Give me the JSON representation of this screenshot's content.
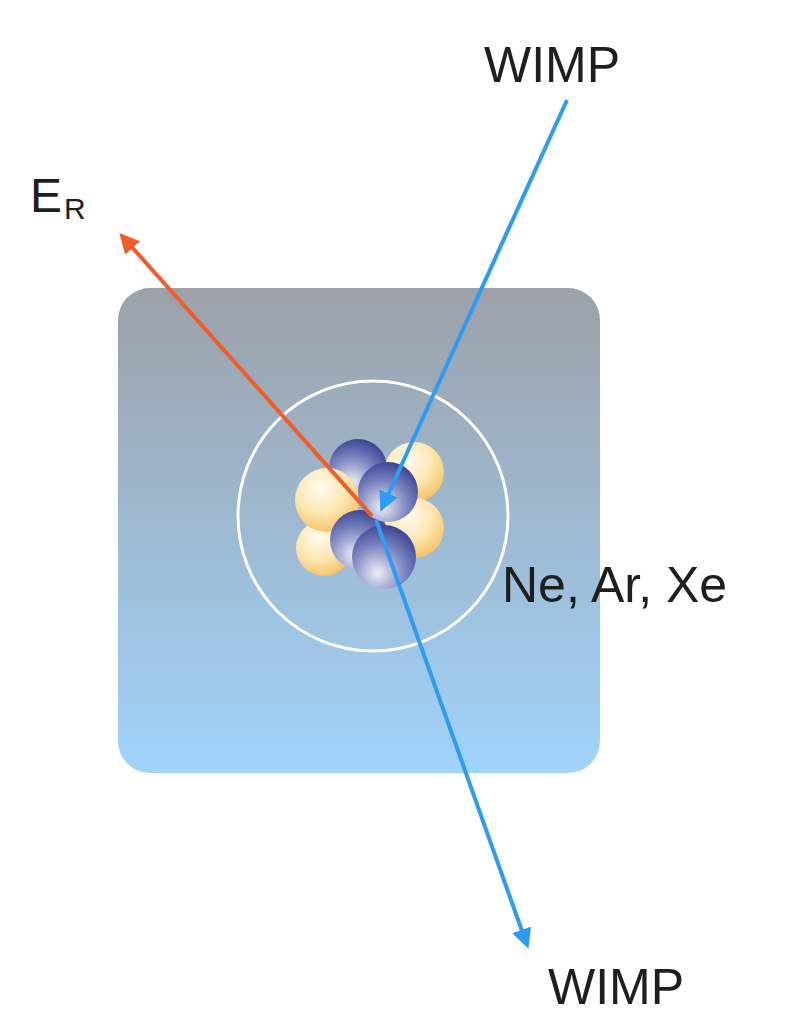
{
  "diagram": {
    "labels": [
      "WIMP",
      "E",
      "R",
      "Ne, Ar, Xe",
      "WIMP"
    ]
  }
}
